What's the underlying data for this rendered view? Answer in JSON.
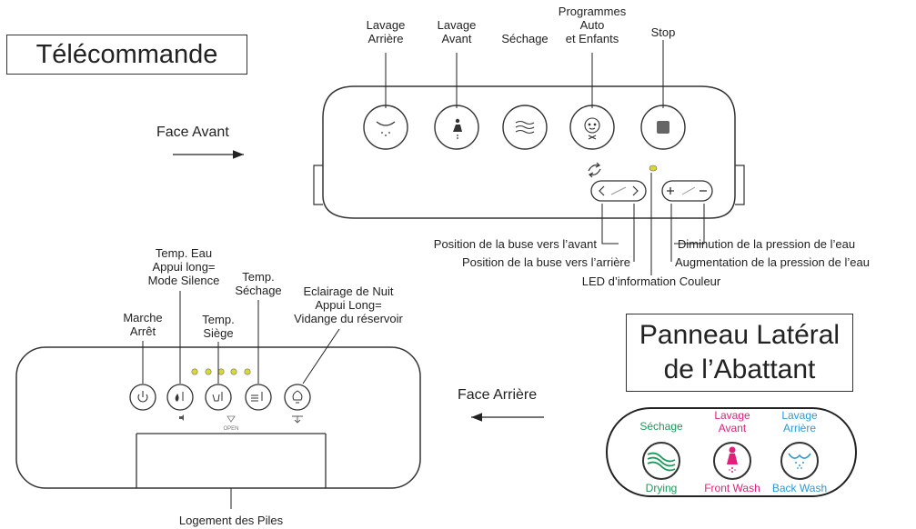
{
  "title_remote": "Télécommande",
  "face_front": "Face Avant",
  "face_back": "Face Arrière",
  "front_buttons": [
    {
      "label": "Lavage\nArrière",
      "icon": "rear-wash-icon"
    },
    {
      "label": "Lavage\nAvant",
      "icon": "front-wash-icon"
    },
    {
      "label": "Séchage",
      "icon": "drying-icon"
    },
    {
      "label": "Programmes\nAuto\net Enfants",
      "icon": "child-icon"
    },
    {
      "label": "Stop",
      "icon": "stop-icon"
    }
  ],
  "front_callouts": {
    "nozzle_forward": "Position de la buse vers l’avant",
    "nozzle_back": "Position de la buse vers l’arrière",
    "led_info": "LED d’information Couleur",
    "pressure_down": "Diminution de la pression de l’eau",
    "pressure_up": "Augmentation de la pression de l’eau"
  },
  "back_buttons": [
    {
      "label": "Marche\nArrêt",
      "icon": "power-icon"
    },
    {
      "label": "Temp. Eau\nAppui long=\nMode Silence",
      "icon": "water-temp-icon"
    },
    {
      "label": "Temp.\nSiège",
      "icon": "seat-temp-icon"
    },
    {
      "label": "Temp.\nSéchage",
      "icon": "dry-temp-icon"
    },
    {
      "label": "Eclairage de Nuit\nAppui Long=\nVidange du réservoir",
      "icon": "night-light-icon"
    }
  ],
  "battery": {
    "open_label": "OPEN",
    "caption": "Logement des Piles"
  },
  "side_panel": {
    "title": "Panneau Latéral\nde l’Abattant",
    "buttons": [
      {
        "top": "Séchage",
        "bottom": "Drying",
        "color": "#1a9a5a"
      },
      {
        "top": "Lavage\nAvant",
        "bottom": "Front Wash",
        "color": "#e0207a"
      },
      {
        "top": "Lavage\nArrière",
        "bottom": "Back Wash",
        "color": "#2a9ad8"
      }
    ]
  },
  "colors": {
    "led": "#d8d830",
    "dry": "#1a9a5a",
    "front": "#e0207a",
    "back": "#2a9ad8"
  }
}
